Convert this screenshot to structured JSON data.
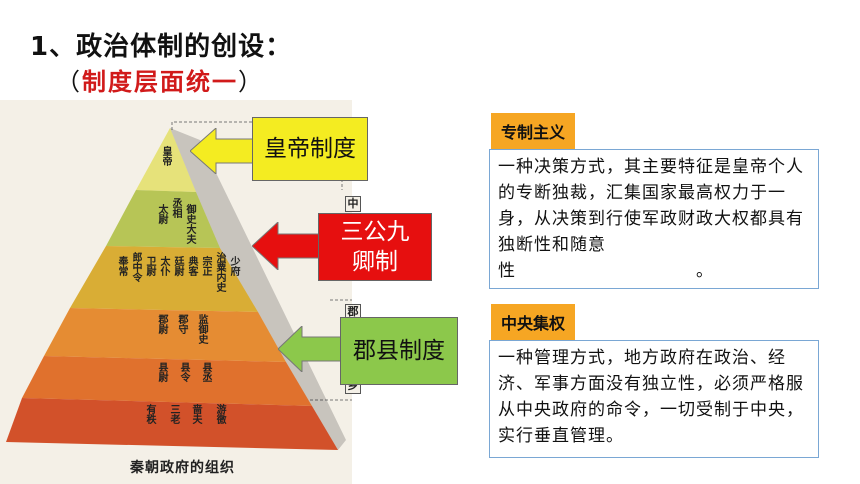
{
  "heading": {
    "title": "1、政治体制的创设：",
    "subtitle_open": "（",
    "subtitle_text": "制度层面统一",
    "subtitle_close": "）"
  },
  "pyramid": {
    "caption": "秦朝政府的组织",
    "tiers": [
      {
        "labels": [
          "皇帝"
        ],
        "color": "#e6e27a"
      },
      {
        "labels": [
          "太尉",
          "丞相",
          "御史大夫"
        ],
        "color": "#b7c556"
      },
      {
        "labels": [
          "奉常",
          "郎中令",
          "卫尉",
          "太仆",
          "廷尉",
          "典客",
          "宗正",
          "治粟内史",
          "少府"
        ],
        "color": "#d9ad35"
      },
      {
        "labels": [
          "郡尉",
          "郡守",
          "监御史"
        ],
        "color": "#e58c33"
      },
      {
        "labels": [
          "县尉",
          "县令",
          "县丞"
        ],
        "color": "#e0712d"
      },
      {
        "labels": [
          "有秩",
          "三老",
          "啬夫",
          "游徼"
        ],
        "color": "#d2512a"
      }
    ],
    "side_labels": [
      "中",
      "郡",
      "乡"
    ]
  },
  "callouts": {
    "emperor": {
      "text": "皇帝制度",
      "bg": "#f4ec21"
    },
    "sangong": {
      "text": "三公九卿制",
      "bg": "#e60f0f"
    },
    "junxian": {
      "text": "郡县制度",
      "bg": "#8cc84b"
    }
  },
  "definitions": [
    {
      "tag": "专制主义",
      "text": "一种决策方式，其主要特征是皇帝个人的专断独裁，汇集国家最高权力于一身，从决策到行使军政财政大权都具有独断性和随意性　　　　　　　　　　。"
    },
    {
      "tag": "中央集权",
      "text": "一种管理方式，地方政府在政治、经济、军事方面没有独立性，必须严格服从中央政府的命令，一切受制于中央，实行垂直管理。"
    }
  ],
  "colors": {
    "tag_bg": "#f6a623",
    "box_border": "#7aa7d4",
    "subtitle": "#d11a1a"
  }
}
